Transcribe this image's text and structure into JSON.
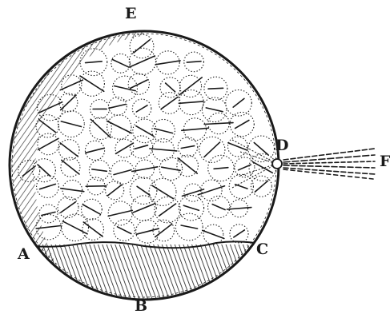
{
  "labels": {
    "e": "E",
    "d": "D",
    "f": "F",
    "a": "A",
    "c": "C",
    "b": "B"
  },
  "colors": {
    "ink": "#1a1a1a",
    "paper": "#ffffff"
  }
}
